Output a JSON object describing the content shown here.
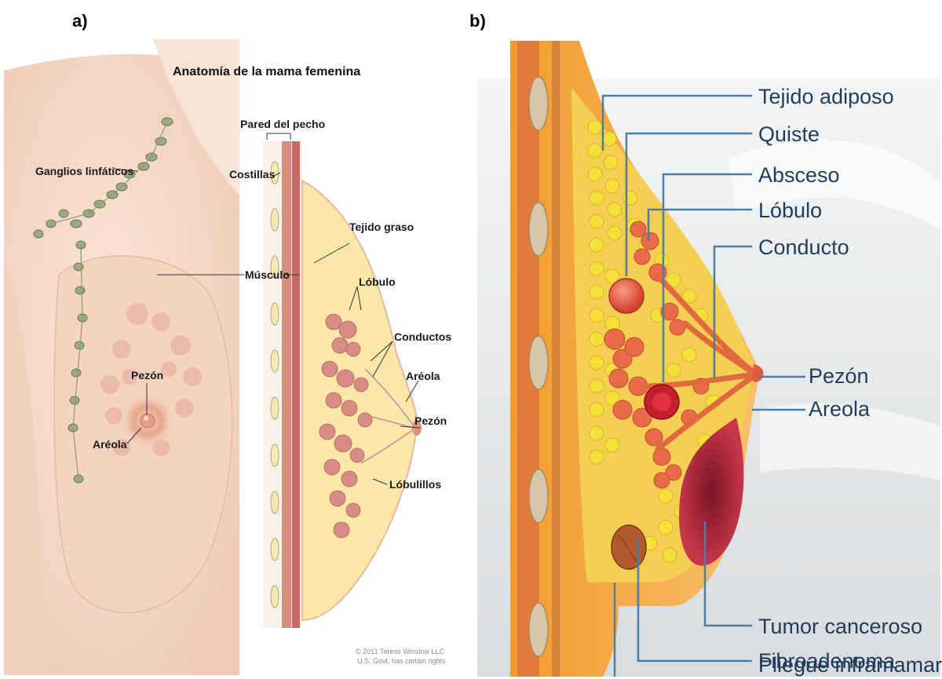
{
  "panel_a": {
    "label": "a)",
    "title": "Anatomía de la mama femenina",
    "labels": {
      "pared_del_pecho": "Pared del pecho",
      "costillas": "Costillas",
      "ganglios": "Ganglios linfáticos",
      "tejido_graso": "Tejido graso",
      "musculo": "Músculo",
      "lobulo": "Lóbulo",
      "conductos": "Conductos",
      "areola_right": "Aréola",
      "pezon_right": "Pezón",
      "lobulillos": "Lóbulillos",
      "pezon_left": "Pezón",
      "areola_left": "Aréola"
    },
    "copyright_line1": "© 2011 Terese Winslow LLC",
    "copyright_line2": "U.S. Govt. has certain rights"
  },
  "panel_b": {
    "label": "b)",
    "labels": {
      "tejido_adiposo": "Tejido adiposo",
      "quiste": "Quiste",
      "absceso": "Absceso",
      "lobulo": "Lóbulo",
      "conducto": "Conducto",
      "pezon": "Pezón",
      "areola": "Areola",
      "tumor": "Tumor canceroso",
      "fibroadenoma": "Fibroadenoma",
      "pliegue": "Pliegue inframamario"
    }
  },
  "colors": {
    "skin": "#f6d9c8",
    "fat_yellow": "#f5d63a",
    "orange": "#f2a238",
    "leader_blue": "#4a7fa8"
  }
}
